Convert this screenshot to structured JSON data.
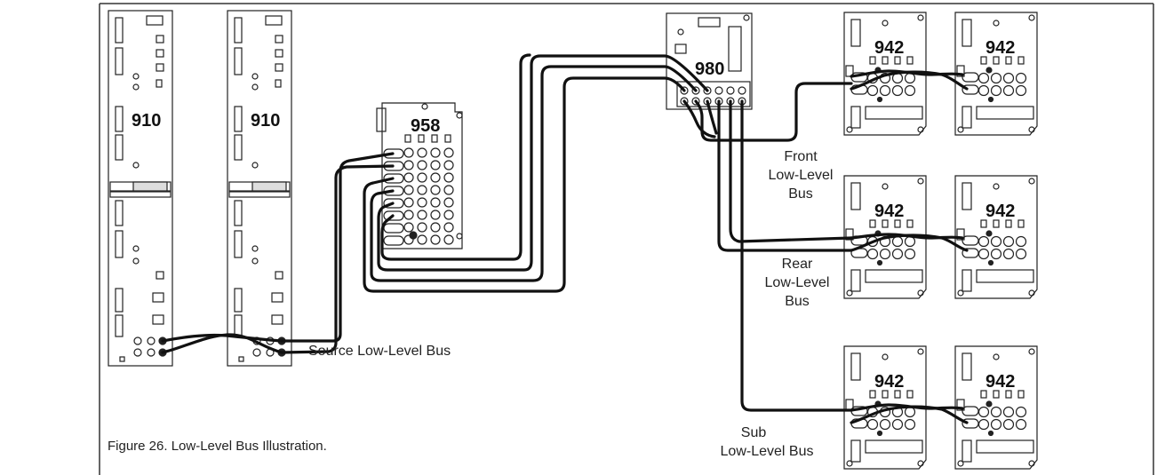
{
  "boards": {
    "source_a": "910",
    "source_b": "910",
    "router": "958",
    "hub": "980",
    "front_a": "942",
    "front_b": "942",
    "rear_a": "942",
    "rear_b": "942",
    "sub_a": "942",
    "sub_b": "942"
  },
  "labels": {
    "source_bus": "Source Low-Level Bus",
    "front_bus": [
      "Front",
      "Low-Level",
      "Bus"
    ],
    "rear_bus": [
      "Rear",
      "Low-Level",
      "Bus"
    ],
    "sub_bus": [
      "Sub",
      "Low-Level Bus"
    ]
  },
  "caption": "Figure 26.  Low-Level Bus Illustration."
}
